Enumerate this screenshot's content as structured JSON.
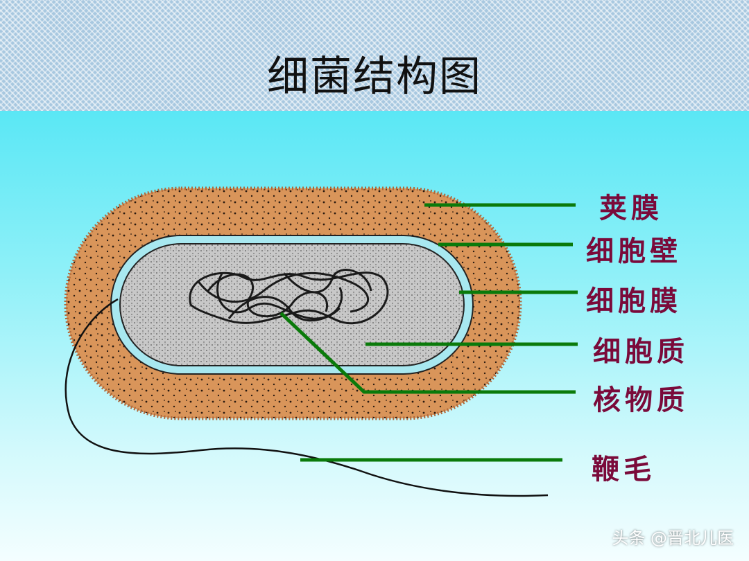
{
  "title": "细菌结构图",
  "labels": {
    "capsule": "荚膜",
    "cell_wall": "细胞壁",
    "cell_membrane": "细胞膜",
    "cytoplasm": "细胞质",
    "nucleoid": "核物质",
    "flagellum": "鞭毛"
  },
  "watermark": "头条 @晋北儿医",
  "colors": {
    "capsule": "#d9955a",
    "cell_wall": "#a8e8f0",
    "cytoplasm": "#c8c8c8",
    "leader_lines": "#0a7a0a",
    "label_text": "#7a0a3a"
  }
}
